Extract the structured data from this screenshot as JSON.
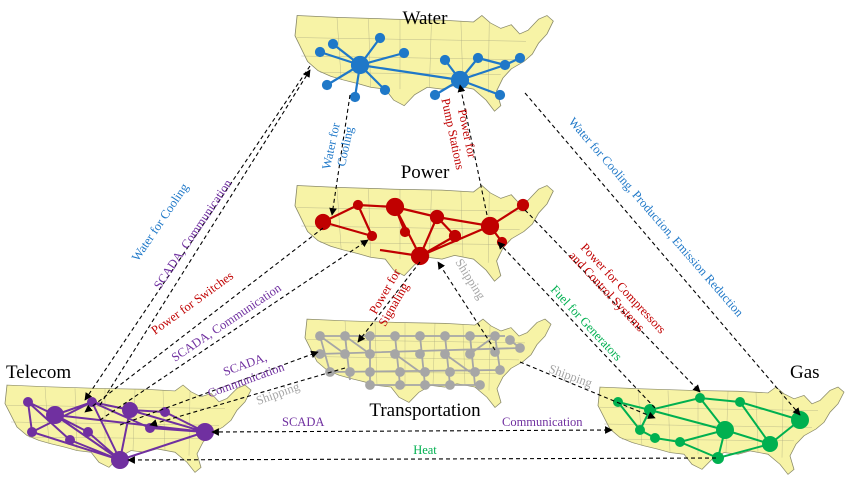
{
  "nodes": {
    "water": {
      "label": "Water",
      "color": "#1f78c8"
    },
    "power": {
      "label": "Power",
      "color": "#c00000"
    },
    "transportation": {
      "label": "Transportation",
      "color": "#a6a6a6"
    },
    "telecom": {
      "label": "Telecom",
      "color": "#7030a0"
    },
    "gas": {
      "label": "Gas",
      "color": "#00b050"
    }
  },
  "dependencies": {
    "water_for_cooling_telecom": {
      "line1": "Water for Cooling",
      "color": "#1f78c8"
    },
    "scada_communication_water": {
      "line1": "SCADA, Communication",
      "color": "#7030a0"
    },
    "power_for_switches": {
      "line1": "Power for Switches",
      "color": "#c00000"
    },
    "scada_communication_power": {
      "line1": "SCADA, Communication",
      "color": "#7030a0"
    },
    "scada_communication_transport": {
      "line1": "SCADA,",
      "line2": "Communication",
      "color": "#7030a0"
    },
    "shipping_telecom": {
      "line1": "Shipping",
      "color": "#a6a6a6"
    },
    "water_for_cooling_power": {
      "line1": "Water for",
      "line2": "Cooling",
      "color": "#1f78c8"
    },
    "power_for_pump_stations": {
      "line1": "Power for",
      "line2": "Pump Stations",
      "color": "#c00000"
    },
    "water_gas": {
      "line1": "Water for Cooling, Production, Emission Reduction",
      "color": "#1f78c8"
    },
    "power_for_signaling": {
      "line1": "Power for",
      "line2": "Signaling",
      "color": "#c00000"
    },
    "shipping_power": {
      "line1": "Shipping",
      "color": "#a6a6a6"
    },
    "power_for_compressors": {
      "line1": "Power for Compressors",
      "line2": "and Control Systems",
      "color": "#c00000"
    },
    "fuel_for_generators": {
      "line1": "Fuel for Generators",
      "color": "#00b050"
    },
    "shipping_gas": {
      "line1": "Shipping",
      "color": "#a6a6a6"
    },
    "scada_bottom": {
      "line1": "SCADA",
      "color": "#7030a0"
    },
    "communication_bottom": {
      "line1": "Communication",
      "color": "#7030a0"
    },
    "heat": {
      "line1": "Heat",
      "color": "#00b050"
    }
  }
}
